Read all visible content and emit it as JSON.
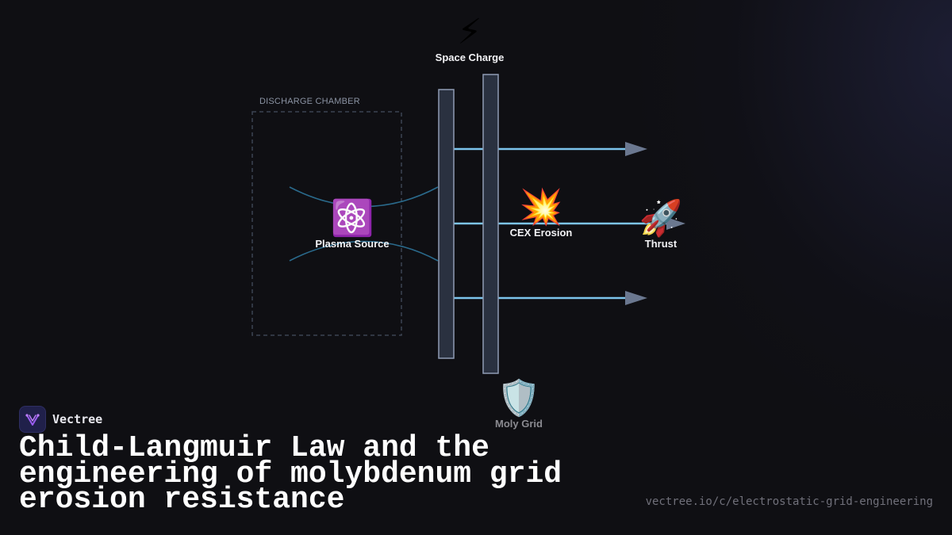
{
  "diagram": {
    "chamber_label": "DISCHARGE CHAMBER",
    "nodes": {
      "space_charge": {
        "icon": "lightning-icon",
        "glyph": "⚡",
        "label": "Space Charge"
      },
      "plasma_source": {
        "icon": "atom-icon",
        "glyph": "⚛️",
        "label": "Plasma Source"
      },
      "cex_erosion": {
        "icon": "collision-icon",
        "glyph": "💥",
        "label": "CEX Erosion"
      },
      "thrust": {
        "icon": "rocket-icon",
        "glyph": "🚀",
        "label": "Thrust"
      },
      "moly_grid": {
        "icon": "shield-icon",
        "glyph": "🛡️",
        "label": "Moly Grid"
      }
    },
    "colors": {
      "beam": "#7cc4ec",
      "grid_fill": "#2a3140",
      "grid_stroke": "#8f9cb4",
      "arrowhead": "#6b7890",
      "plasma_curve": "#2a6a8c",
      "chamber_border": "#3c4452"
    }
  },
  "brand": {
    "name": "Vectree",
    "logo_icon": "vectree-logo-icon"
  },
  "title": "Child-Langmuir Law and the engineering of molybdenum grid erosion resistance",
  "url": "vectree.io/c/electrostatic-grid-engineering"
}
